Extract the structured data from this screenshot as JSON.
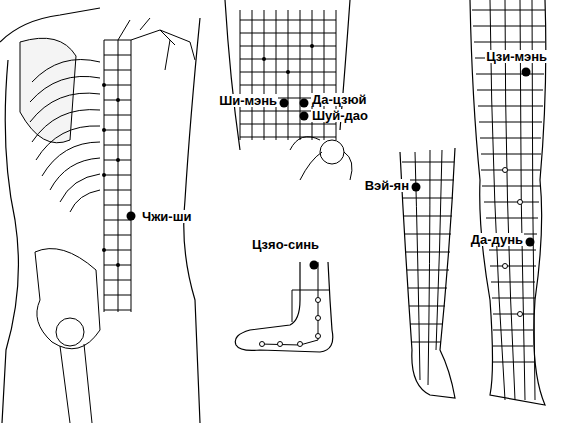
{
  "diagram": {
    "labels": [
      "Чжи-ши",
      "Ши-мэнь",
      "Да-цзюй",
      "Шуй-дао",
      "Цзяо-синь",
      "Вэй-ян",
      "Цзи-мэнь",
      "Да-дунь"
    ]
  }
}
